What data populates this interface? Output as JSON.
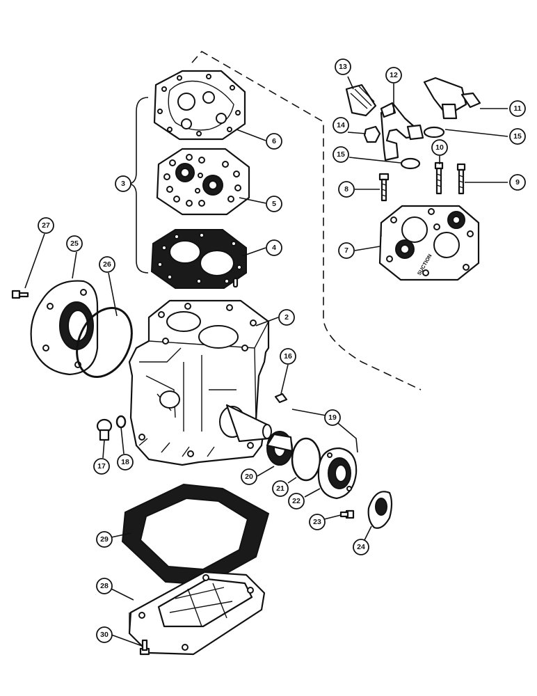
{
  "diagram": {
    "callouts": [
      {
        "id": "2",
        "label": "2"
      },
      {
        "id": "3",
        "label": "3"
      },
      {
        "id": "4",
        "label": "4"
      },
      {
        "id": "5",
        "label": "5"
      },
      {
        "id": "6",
        "label": "6"
      },
      {
        "id": "7",
        "label": "7"
      },
      {
        "id": "8",
        "label": "8"
      },
      {
        "id": "9",
        "label": "9"
      },
      {
        "id": "10",
        "label": "10"
      },
      {
        "id": "11",
        "label": "11"
      },
      {
        "id": "12",
        "label": "12"
      },
      {
        "id": "13",
        "label": "13"
      },
      {
        "id": "14",
        "label": "14"
      },
      {
        "id": "15a",
        "label": "15"
      },
      {
        "id": "15b",
        "label": "15"
      },
      {
        "id": "16",
        "label": "16"
      },
      {
        "id": "17",
        "label": "17"
      },
      {
        "id": "18",
        "label": "18"
      },
      {
        "id": "19",
        "label": "19"
      },
      {
        "id": "20",
        "label": "20"
      },
      {
        "id": "21",
        "label": "21"
      },
      {
        "id": "22",
        "label": "22"
      },
      {
        "id": "23",
        "label": "23"
      },
      {
        "id": "24",
        "label": "24"
      },
      {
        "id": "25",
        "label": "25"
      },
      {
        "id": "26",
        "label": "26"
      },
      {
        "id": "27",
        "label": "27"
      },
      {
        "id": "28",
        "label": "28"
      },
      {
        "id": "29",
        "label": "29"
      },
      {
        "id": "30",
        "label": "30"
      }
    ],
    "stamps": {
      "head_text": "SUCTION"
    }
  }
}
